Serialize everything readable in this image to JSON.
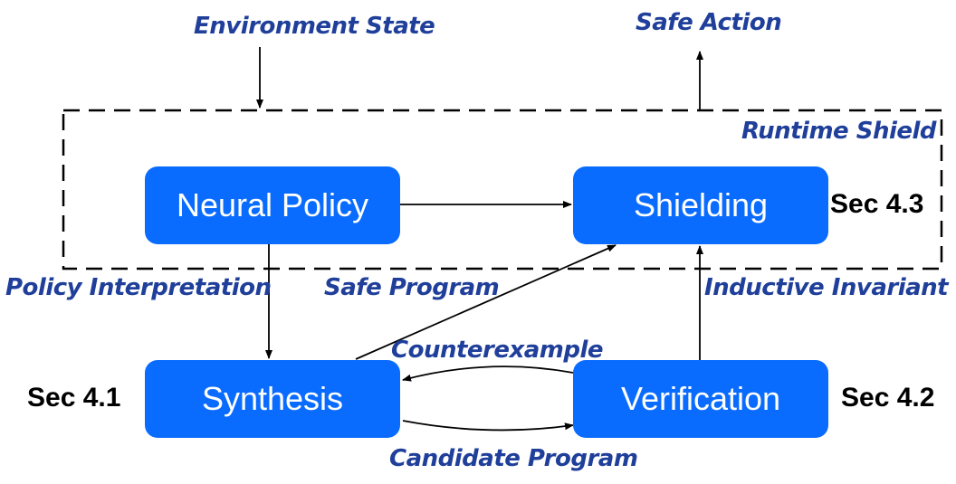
{
  "colors": {
    "node_fill": "#0a6cff",
    "label_text": "#1f3f9a",
    "line": "#000000"
  },
  "nodes": {
    "neural_policy": "Neural Policy",
    "shielding": "Shielding",
    "synthesis": "Synthesis",
    "verification": "Verification"
  },
  "labels": {
    "environment_state": "Environment State",
    "safe_action": "Safe Action",
    "runtime_shield": "Runtime Shield",
    "policy_interpretation": "Policy Interpretation",
    "safe_program": "Safe Program",
    "inductive_invariant": "Inductive Invariant",
    "counterexample": "Counterexample",
    "candidate_program": "Candidate Program"
  },
  "sections": {
    "shielding": "Sec 4.3",
    "synthesis": "Sec 4.1",
    "verification": "Sec 4.2"
  }
}
